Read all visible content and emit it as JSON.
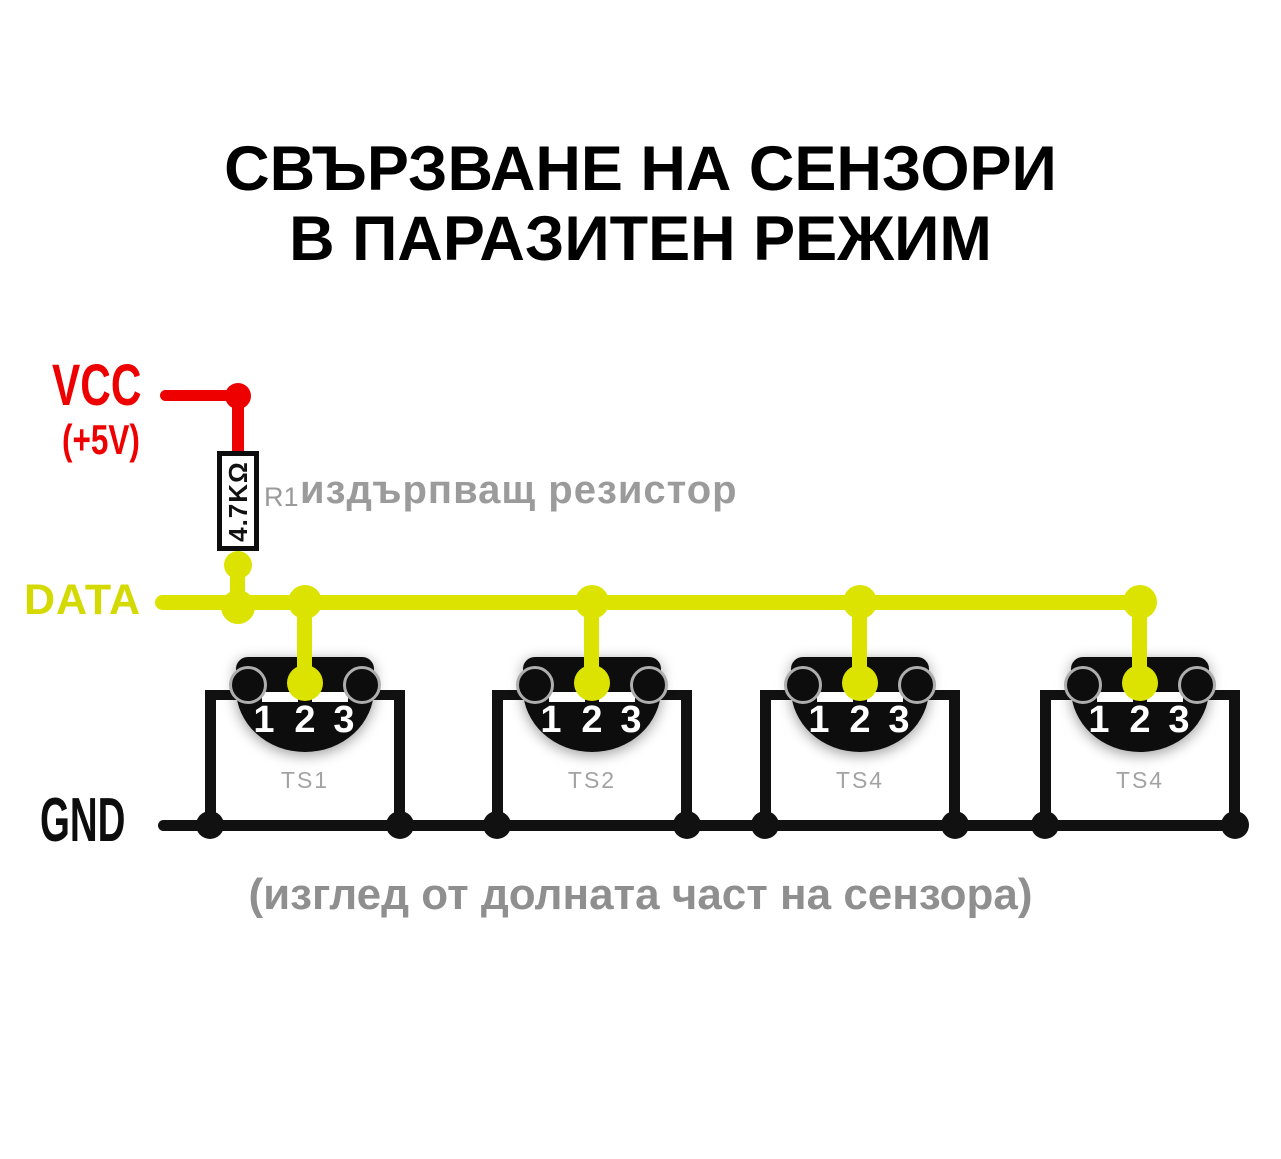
{
  "title": {
    "line1": "СВЪРЗВАНЕ НА СЕНЗОРИ",
    "line2": "В ПАРАЗИТЕН РЕЖИМ"
  },
  "power": {
    "label": "VCC",
    "voltage": "(+5V)"
  },
  "resistor": {
    "value": "4.7KΩ",
    "ref": "R1",
    "annotation": "издърпващ резистор"
  },
  "data_bus": {
    "label": "DATA"
  },
  "ground": {
    "label": "GND"
  },
  "sensors": [
    {
      "name": "TS1",
      "pins": [
        "1",
        "2",
        "3"
      ]
    },
    {
      "name": "TS2",
      "pins": [
        "1",
        "2",
        "3"
      ]
    },
    {
      "name": "TS4",
      "pins": [
        "1",
        "2",
        "3"
      ]
    },
    {
      "name": "TS4",
      "pins": [
        "1",
        "2",
        "3"
      ]
    }
  ],
  "caption": "(изглед от долната част на сензора)",
  "colors": {
    "vcc_red": "#ee0000",
    "data_yellow": "#dde300",
    "wire_black": "#111111",
    "annotation_gray": "#9b9b9b",
    "caption_gray": "#8f8f8f"
  }
}
